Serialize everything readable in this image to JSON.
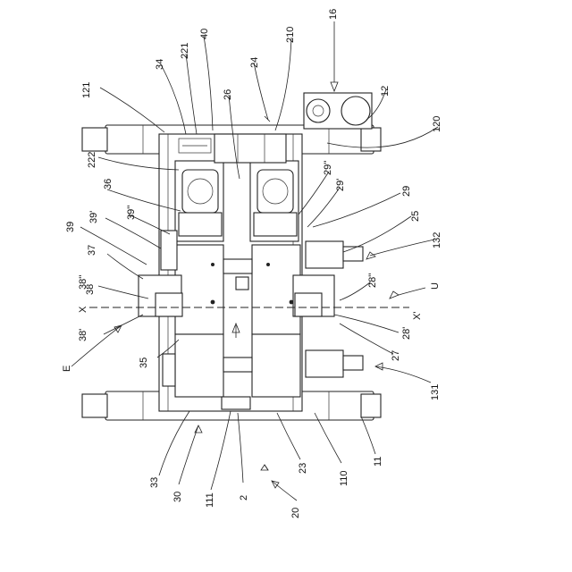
{
  "labels": {
    "l16": "16",
    "l210": "210",
    "l40": "40",
    "l221": "221",
    "l34": "34",
    "l24": "24",
    "l26": "26",
    "l121": "121",
    "l12": "12",
    "l120": "120",
    "l222": "222",
    "l36": "36",
    "l29pp": "29''",
    "l29p": "29'",
    "l29": "29",
    "l39pp": "39''",
    "l39p": "39'",
    "l39": "39",
    "l25": "25",
    "l132": "132",
    "l37": "37",
    "l38pp": "38''",
    "l28pp": "28''",
    "l38": "38",
    "lU": "U",
    "lX": "X",
    "lXp": "X'",
    "l38p": "38'",
    "l28p": "28'",
    "l27": "27",
    "l35": "35",
    "lE": "E",
    "l131": "131",
    "l33": "33",
    "l30": "30",
    "l111": "111",
    "l2": "2",
    "l23": "23",
    "l110": "110",
    "l11": "11",
    "l20": "20"
  }
}
